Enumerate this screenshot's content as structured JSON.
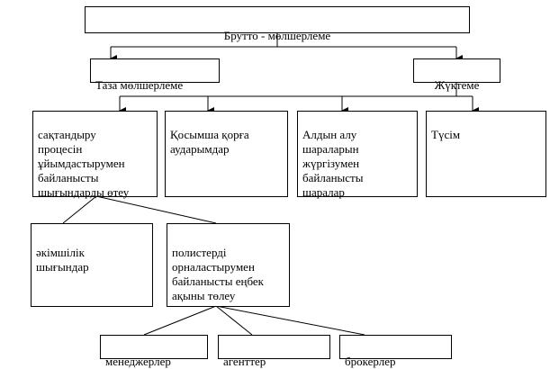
{
  "diagram": {
    "root": "Брутто - мөлшерлеме",
    "level1": {
      "left": "Таза мөлшерлеме",
      "right": "Жүктеме"
    },
    "level2": {
      "insurance_costs": "сақтандыру\nпроцесін\nұйымдастырумен\nбайланысты\nшығындарды өтеу",
      "reinsurance": "Қосымша қорға\nаударымдар",
      "prevention": "Алдын алу\nшараларын\nжүргізумен\nбайланысты\nшаралар",
      "profit": "Түсім"
    },
    "level3": {
      "admin": "әкімшілік\nшығындар",
      "policy_labor": "полистерді\nорналастырумен\nбайланысты еңбек\nақыны төлеу"
    },
    "level4": {
      "managers": "менеджерлер",
      "agents": "агенттер",
      "brokers": "брокерлер"
    }
  }
}
